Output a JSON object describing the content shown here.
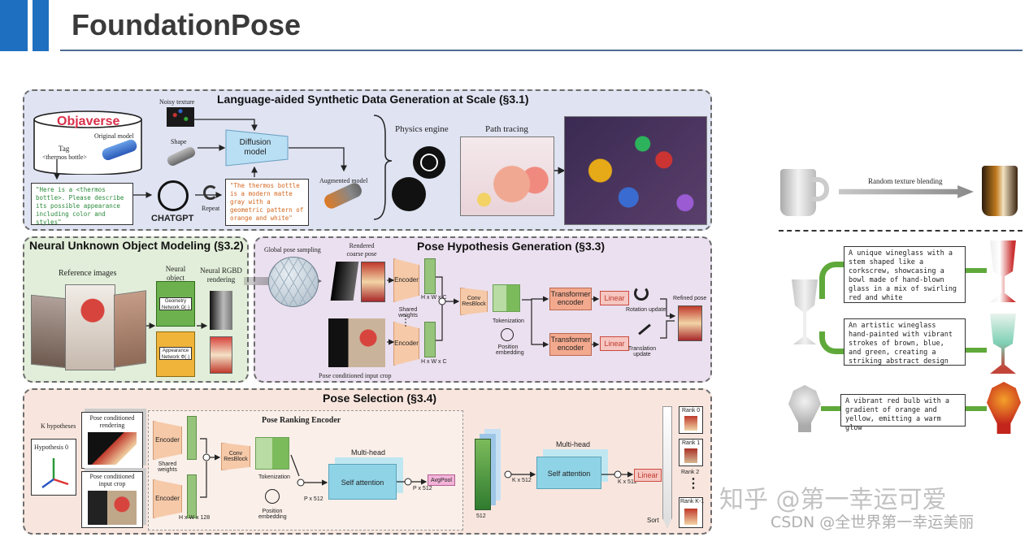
{
  "header": {
    "title": "FoundationPose",
    "accent": "#1e6fc0",
    "rule_color": "#4f6d93"
  },
  "section1": {
    "title": "Language-aided Synthetic Data Generation at Scale (§3.1)",
    "objaverse_logo": "Objaverse",
    "tag_label": "Tag",
    "tag_value": "<thermos bottle>",
    "original_model": "Original model",
    "noisy_texture": "Noisy texture",
    "shape": "Shape",
    "diffusion_model": "Diffusion model",
    "augmented_model": "Augmented model",
    "prompt_text": "\"Here is a <thermos bottle>. Please describe its possible appearance including color and styles\"",
    "chatgpt": "CHATGPT",
    "repeat": "Repeat",
    "description": "\"The thermos bottle is a modern matte gray with a geometric pattern of orange and white\"",
    "physics_engine": "Physics engine",
    "path_tracing": "Path tracing"
  },
  "section2": {
    "title": "Neural Unknown Object Modeling (§3.2)",
    "reference_images": "Reference images",
    "neural_object_field": "Neural object field",
    "neural_rgbd_rendering": "Neural RGBD rendering",
    "geometry_network": "Geometry Network Ω(·)",
    "appearance_network": "Appearance Network Φ(·)"
  },
  "section3": {
    "title": "Pose Hypothesis Generation (§3.3)",
    "global_pose_sampling": "Global pose sampling",
    "rendered_coarse_pose": "Rendered coarse pose",
    "encoder_top": "Encoder",
    "encoder_bottom": "Encoder",
    "shared_weights": "Shared weights",
    "hwc_top": "H x W x C",
    "hwc_bottom": "H x W x C",
    "conv_resblock": "Conv ResBlock",
    "tokenization": "Tokenization",
    "position_embedding": "Position embedding",
    "transformer_encoder_1": "Transformer encoder",
    "transformer_encoder_2": "Transformer encoder",
    "linear_1": "Linear",
    "linear_2": "Linear",
    "rotation_update": "Rotation update",
    "translation_update": "Translation update",
    "refined_pose": "Refined pose",
    "pose_conditioned_input_crop": "Pose conditioned input crop"
  },
  "section4": {
    "title": "Pose Selection (§3.4)",
    "k_hypotheses": "K hypotheses",
    "hypothesis_0": "Hypothesis 0",
    "pose_conditioned_rendering": "Pose conditioned rendering",
    "pose_conditioned_input_crop": "Pose conditioned input crop",
    "pose_ranking_encoder": "Pose Ranking Encoder",
    "encoder_top": "Encoder",
    "encoder_bottom": "Encoder",
    "shared_weights": "Shared weights",
    "hw128": "H x W x 128",
    "conv_resblock": "Conv ResBlock",
    "tokenization": "Tokenization",
    "position_embedding": "Position embedding",
    "px512_a": "P x 512",
    "px512_b": "P x 512",
    "multihead_1": "Multi-head",
    "self_attention_1": "Self attention",
    "avgpool": "AvgPool",
    "dim_512": "512",
    "kx512_a": "K x 512",
    "multihead_2": "Multi-head",
    "self_attention_2": "Self attention",
    "kx512_b": "K x 512",
    "linear": "Linear",
    "rank_0": "Rank 0",
    "rank_1": "Rank 1",
    "rank_2": "Rank 2",
    "rank_dots": "⋮",
    "rank_k1": "Rank K-1",
    "sort": "Sort"
  },
  "right_panel": {
    "random_texture_blending": "Random texture blending",
    "desc1": "A unique wineglass with a stem shaped like a corkscrew, showcasing a bowl made of hand-blown glass in a mix of swirling red and white",
    "desc2": "An artistic wineglass hand-painted with vibrant strokes of brown, blue, and green, creating a striking abstract design",
    "desc3": "A vibrant red bulb with a gradient of orange and yellow, emitting a warm glow"
  },
  "watermark": {
    "line1": "知乎 @第一幸运可爱",
    "line2": "CSDN @全世界第一幸运美丽"
  }
}
